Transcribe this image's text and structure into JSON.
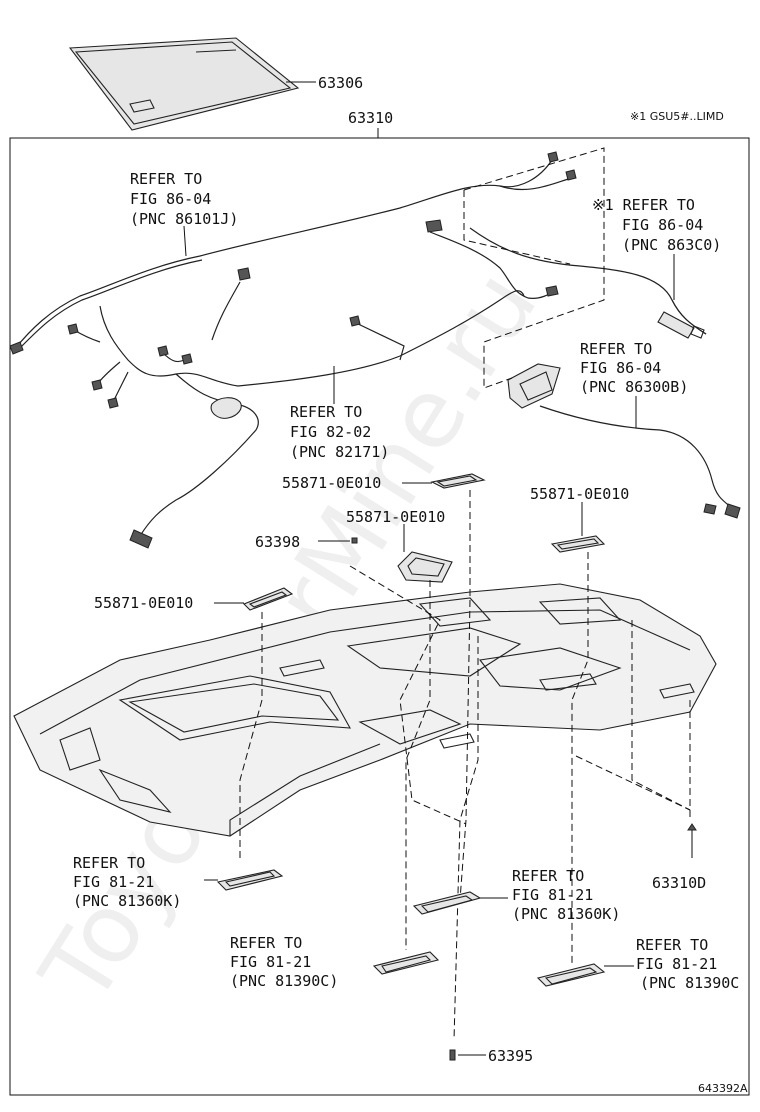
{
  "watermark": "ToyotaCarMine.ru",
  "note": "※1 GSU5#..LIMD",
  "diagram_code": "643392A",
  "parts": {
    "p63306": "63306",
    "p63310": "63310",
    "p63398": "63398",
    "p63310d": "63310D",
    "p63395": "63395",
    "lamp_a": "55871-0E010",
    "lamp_b": "55871-0E010",
    "lamp_c": "55871-0E010",
    "lamp_d": "55871-0E010"
  },
  "refs": {
    "r1": {
      "l1": "REFER TO",
      "l2": "FIG 86-04",
      "l3": "(PNC 86101J)"
    },
    "r2": {
      "l1": "※1 REFER TO",
      "l2": "FIG 86-04",
      "l3": "(PNC 863C0)"
    },
    "r3": {
      "l1": "REFER TO",
      "l2": "FIG 86-04",
      "l3": "(PNC 86300B)"
    },
    "r4": {
      "l1": "REFER TO",
      "l2": "FIG 82-02",
      "l3": "(PNC 82171)"
    },
    "r5": {
      "l1": "REFER TO",
      "l2": "FIG 81-21",
      "l3": "(PNC 81360K)"
    },
    "r6": {
      "l1": "REFER TO",
      "l2": "FIG 81-21",
      "l3": "(PNC 81360K)"
    },
    "r7": {
      "l1": "REFER TO",
      "l2": "FIG 81-21",
      "l3": "(PNC 81390C)"
    },
    "r8": {
      "l1": "REFER TO",
      "l2": "FIG 81-21",
      "l3": "(PNC 81390C"
    }
  }
}
